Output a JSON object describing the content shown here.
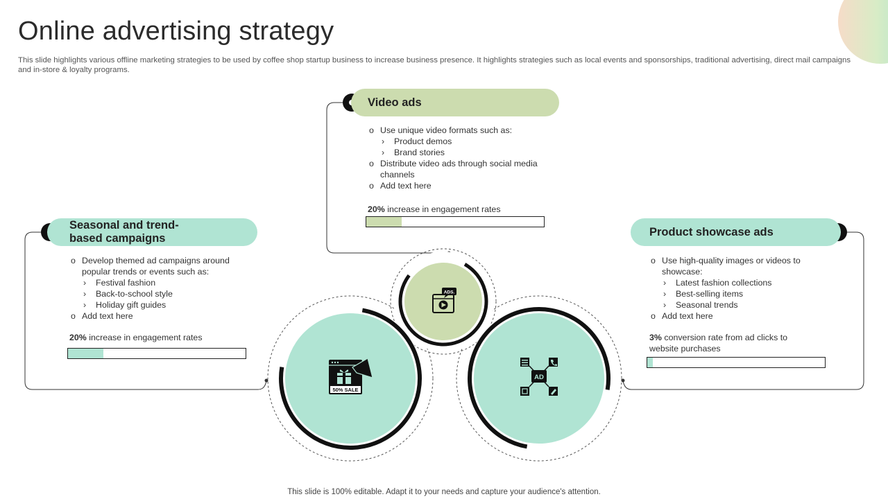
{
  "header": {
    "title": "Online advertising strategy",
    "subtitle": "This slide highlights various offline marketing strategies to be used by coffee shop startup business to increase business presence. It highlights strategies such as local events and sponsorships, traditional advertising, direct mail campaigns and in-store & loyalty programs."
  },
  "footer": {
    "text": "This slide is 100% editable. Adapt it to your needs and capture your audience's attention."
  },
  "colors": {
    "green_light": "#ccdcaf",
    "mint": "#b0e4d3",
    "dark": "#111111"
  },
  "cards": {
    "video": {
      "title": "Video ads",
      "bullet1": "Use unique video formats such as:",
      "sub1": "Product demos",
      "sub2": "Brand stories",
      "bullet2a": "Distribute video ads through social media",
      "bullet2b": "channels",
      "bullet3": "Add text here",
      "stat_value": "20%",
      "stat_text": "increase in engagement rates",
      "progress": 0.2,
      "icon": "video-ads-icon"
    },
    "seasonal": {
      "title_line1": "Seasonal and trend-",
      "title_line2": "based campaigns",
      "bullet1a": "Develop themed ad campaigns around",
      "bullet1b": "popular trends or events such as:",
      "sub1": "Festival fashion",
      "sub2": "Back-to-school style",
      "sub3": "Holiday gift guides",
      "bullet2": "Add text here",
      "stat_value": "20%",
      "stat_text": "increase in engagement rates",
      "progress": 0.2,
      "icon": "sale-gift-icon"
    },
    "product": {
      "title": "Product showcase ads",
      "bullet1a": "Use high-quality images or videos to",
      "bullet1b": "showcase:",
      "sub1": "Latest fashion collections",
      "sub2": "Best-selling items",
      "sub3": "Seasonal trends",
      "bullet2": "Add text here",
      "stat_value": "3%",
      "stat_line1": "conversion rate from ad clicks to",
      "stat_line2": "website purchases",
      "progress": 0.03,
      "icon": "ad-network-icon"
    }
  },
  "icon_labels": {
    "ads": "ADS.",
    "sale": "50% SALE",
    "ad": "AD"
  }
}
